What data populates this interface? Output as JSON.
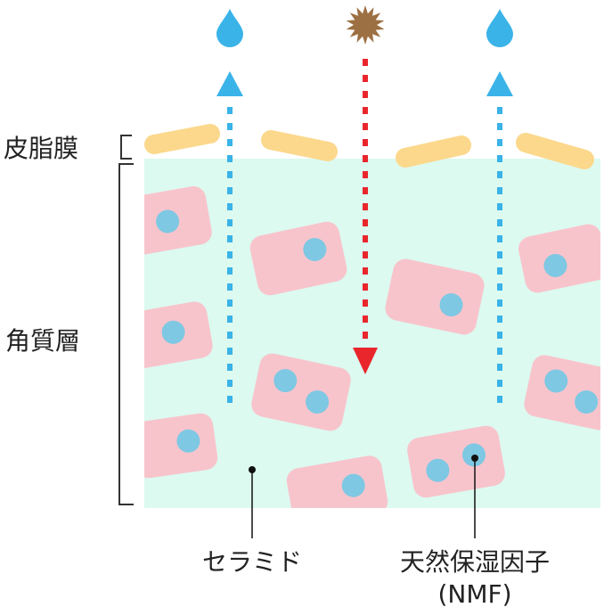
{
  "labels": {
    "sebum": "皮脂膜",
    "stratum": "角質層",
    "ceramide": "セラミド",
    "nmf_line1": "天然保湿因子",
    "nmf_line2": "(NMF)"
  },
  "icons": {
    "water": "water-drop-icon",
    "irritant": "irritant-burst-icon"
  },
  "colors": {
    "background": "#ffffff",
    "stratum": "#dcfaf0",
    "sebum": "#fcd88c",
    "cell": "#f8c4cc",
    "nmf": "#7ec8e3",
    "water_arrow": "#3ab3e8",
    "irritant_arrow": "#e8262c",
    "irritant": "#9c7042",
    "text": "#222222"
  }
}
